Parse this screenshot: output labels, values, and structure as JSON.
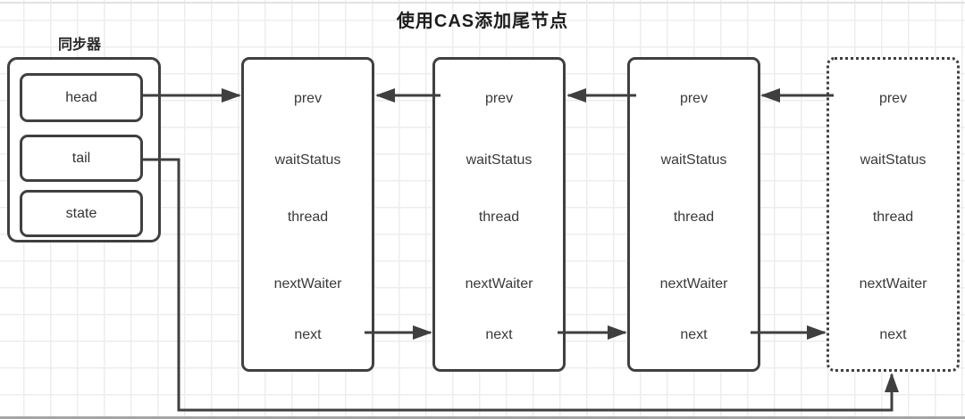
{
  "title": "使用CAS添加尾节点",
  "synchronizer": {
    "label": "同步器",
    "fields": [
      "head",
      "tail",
      "state"
    ]
  },
  "nodes": [
    {
      "name": "node-1",
      "border": "solid",
      "fields": [
        "prev",
        "waitStatus",
        "thread",
        "nextWaiter",
        "next"
      ]
    },
    {
      "name": "node-2",
      "border": "solid",
      "fields": [
        "prev",
        "waitStatus",
        "thread",
        "nextWaiter",
        "next"
      ]
    },
    {
      "name": "node-3",
      "border": "solid",
      "fields": [
        "prev",
        "waitStatus",
        "thread",
        "nextWaiter",
        "next"
      ]
    },
    {
      "name": "node-4-pending-tail",
      "border": "dotted",
      "fields": [
        "prev",
        "waitStatus",
        "thread",
        "nextWaiter",
        "next"
      ]
    }
  ],
  "arrows": [
    {
      "name": "head-to-node1",
      "from": "head",
      "to": "node-1",
      "direction": "right"
    },
    {
      "name": "node2-prev-to-node1",
      "from": "node-2",
      "to": "node-1",
      "direction": "left"
    },
    {
      "name": "node3-prev-to-node2",
      "from": "node-3",
      "to": "node-2",
      "direction": "left"
    },
    {
      "name": "node4-prev-to-node3",
      "from": "node-4-pending-tail",
      "to": "node-3",
      "direction": "left"
    },
    {
      "name": "node1-next-to-node2",
      "from": "node-1",
      "to": "node-2",
      "direction": "right"
    },
    {
      "name": "node2-next-to-node3",
      "from": "node-2",
      "to": "node-3",
      "direction": "right"
    },
    {
      "name": "node3-next-to-node4",
      "from": "node-3",
      "to": "node-4-pending-tail",
      "direction": "right"
    },
    {
      "name": "tail-cas-to-node4",
      "from": "tail",
      "to": "node-4-pending-tail",
      "direction": "up"
    }
  ],
  "colors": {
    "line": "#3f3f3f",
    "text": "#3a3a3a",
    "grid": "#ededed",
    "background": "#ffffff",
    "bottom_bar": "#a5a5a5"
  }
}
